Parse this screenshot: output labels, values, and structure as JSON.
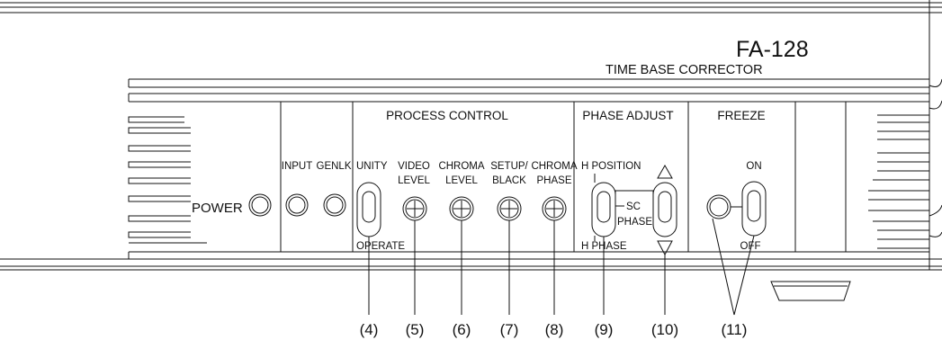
{
  "model": "FA-128",
  "subtitle": "TIME BASE CORRECTOR",
  "sections": {
    "process_control": "PROCESS CONTROL",
    "phase_adjust": "PHASE ADJUST",
    "freeze": "FREEZE"
  },
  "labels": {
    "power": "POWER",
    "input": "INPUT",
    "genlk": "GENLK",
    "unity": "UNITY",
    "operate": "OPERATE",
    "video_level": [
      "VIDEO",
      "LEVEL"
    ],
    "chroma_level": [
      "CHROMA",
      "LEVEL"
    ],
    "setup_black": [
      "SETUP/",
      "BLACK"
    ],
    "chroma_phase": [
      "CHROMA",
      "PHASE"
    ],
    "h_position": "H POSITION",
    "h_phase": "H PHASE",
    "sc_phase": [
      "SC",
      "PHASE"
    ],
    "on": "ON",
    "off": "OFF"
  },
  "callouts": [
    "(4)",
    "(5)",
    "(6)",
    "(7)",
    "(8)",
    "(9)",
    "(10)",
    "(11)"
  ],
  "colors": {
    "ink": "#111111",
    "background": "#ffffff"
  }
}
